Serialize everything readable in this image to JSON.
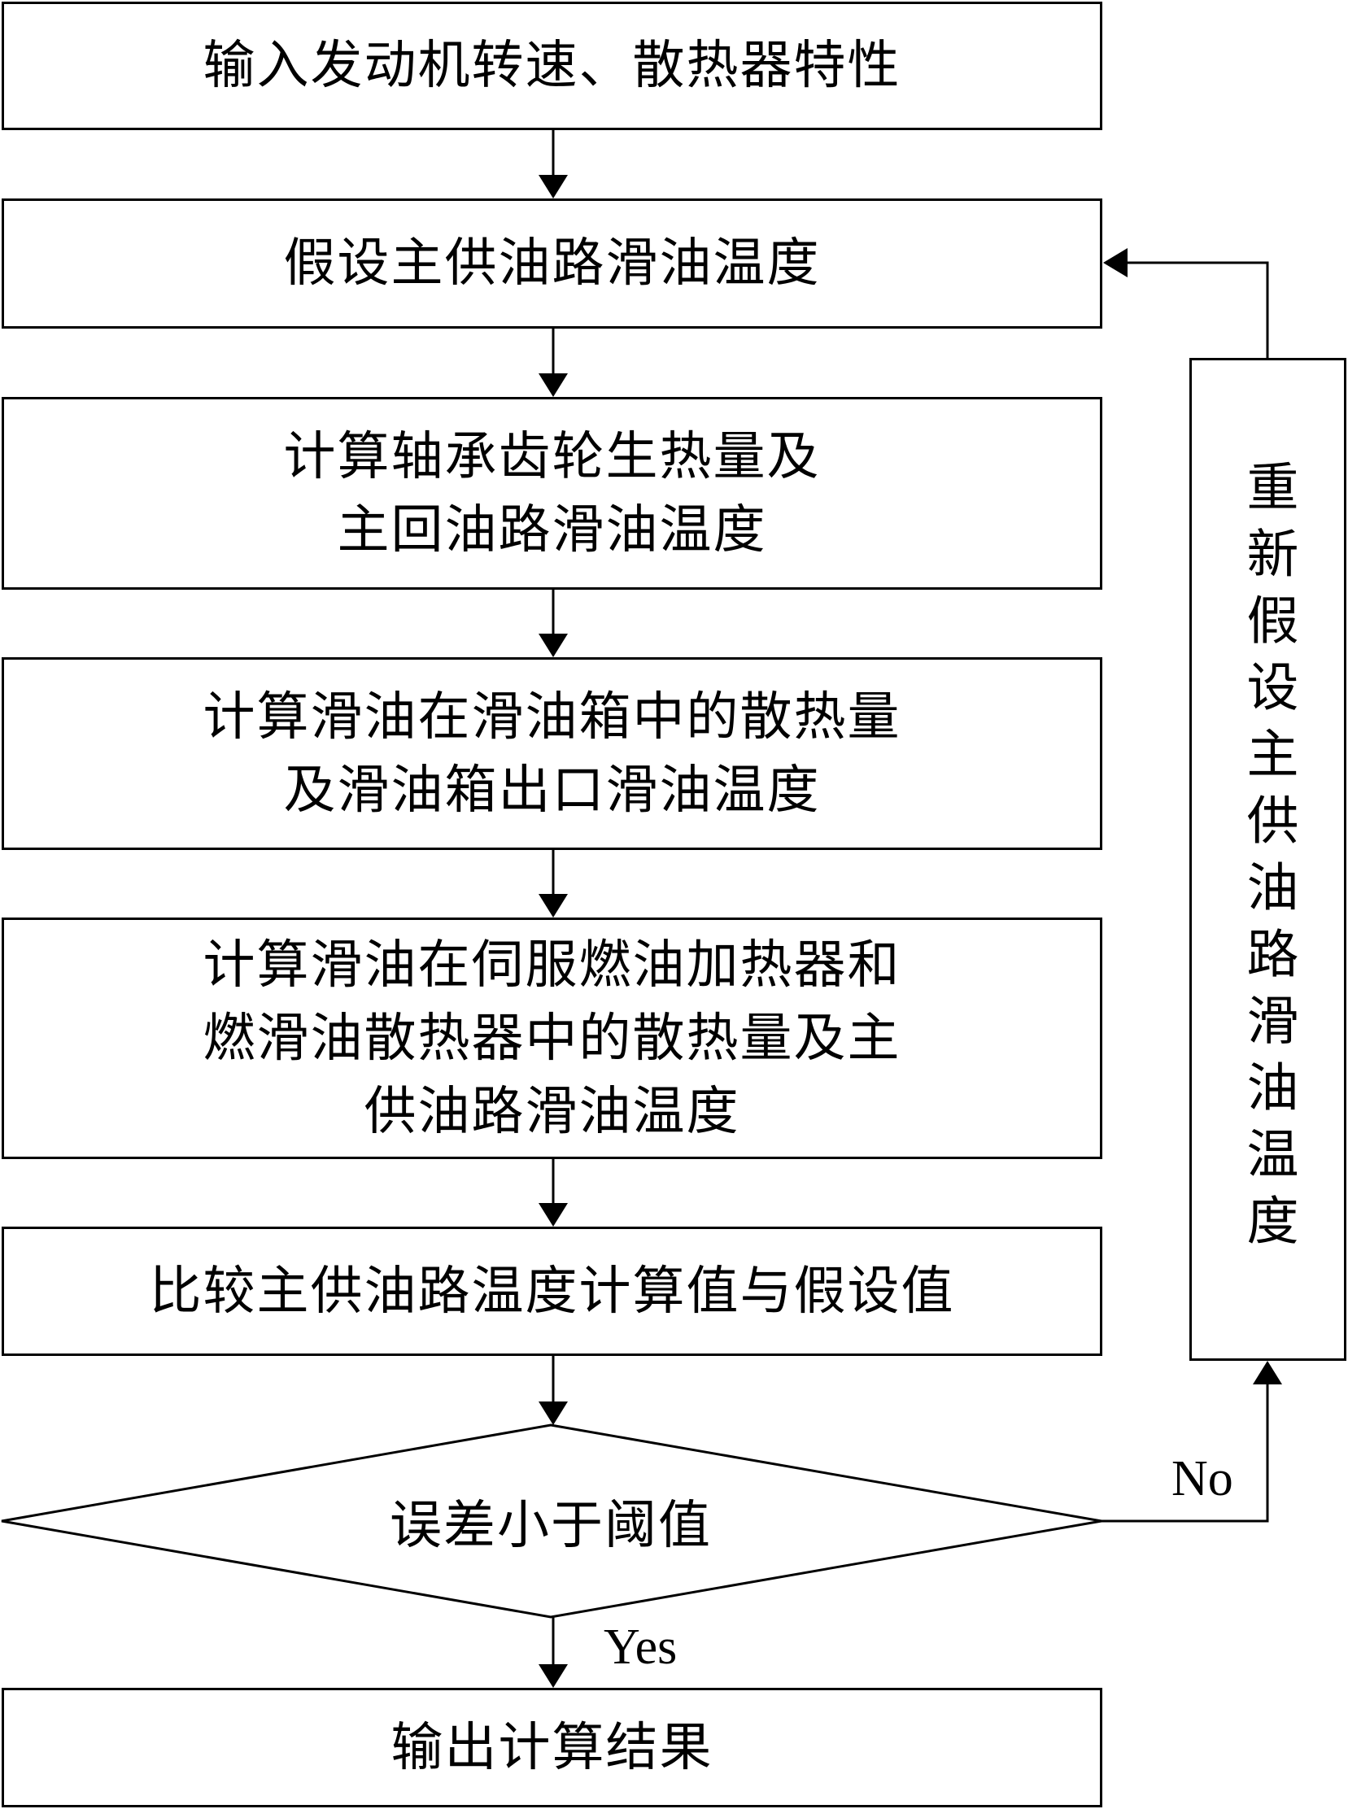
{
  "steps": {
    "input": [
      "输入发动机转速、散热器特性"
    ],
    "assume": [
      "假设主供油路滑油温度"
    ],
    "calc_bearing": [
      "计算轴承齿轮生热量及",
      "主回油路滑油温度"
    ],
    "calc_tank": [
      "计算滑油在滑油箱中的散热量",
      "及滑油箱出口滑油温度"
    ],
    "calc_heaters": [
      "计算滑油在伺服燃油加热器和",
      "燃滑油散热器中的散热量及主",
      "供油路滑油温度"
    ],
    "compare": [
      "比较主供油路温度计算值与假设值"
    ],
    "output": [
      "输出计算结果"
    ]
  },
  "decision": {
    "label": "误差小于阈值",
    "yes_label": "Yes",
    "no_label": "No"
  },
  "feedback": {
    "label": "重新假设主供油路滑油温度"
  },
  "colors": {
    "stroke": "#000000",
    "background": "#ffffff"
  }
}
